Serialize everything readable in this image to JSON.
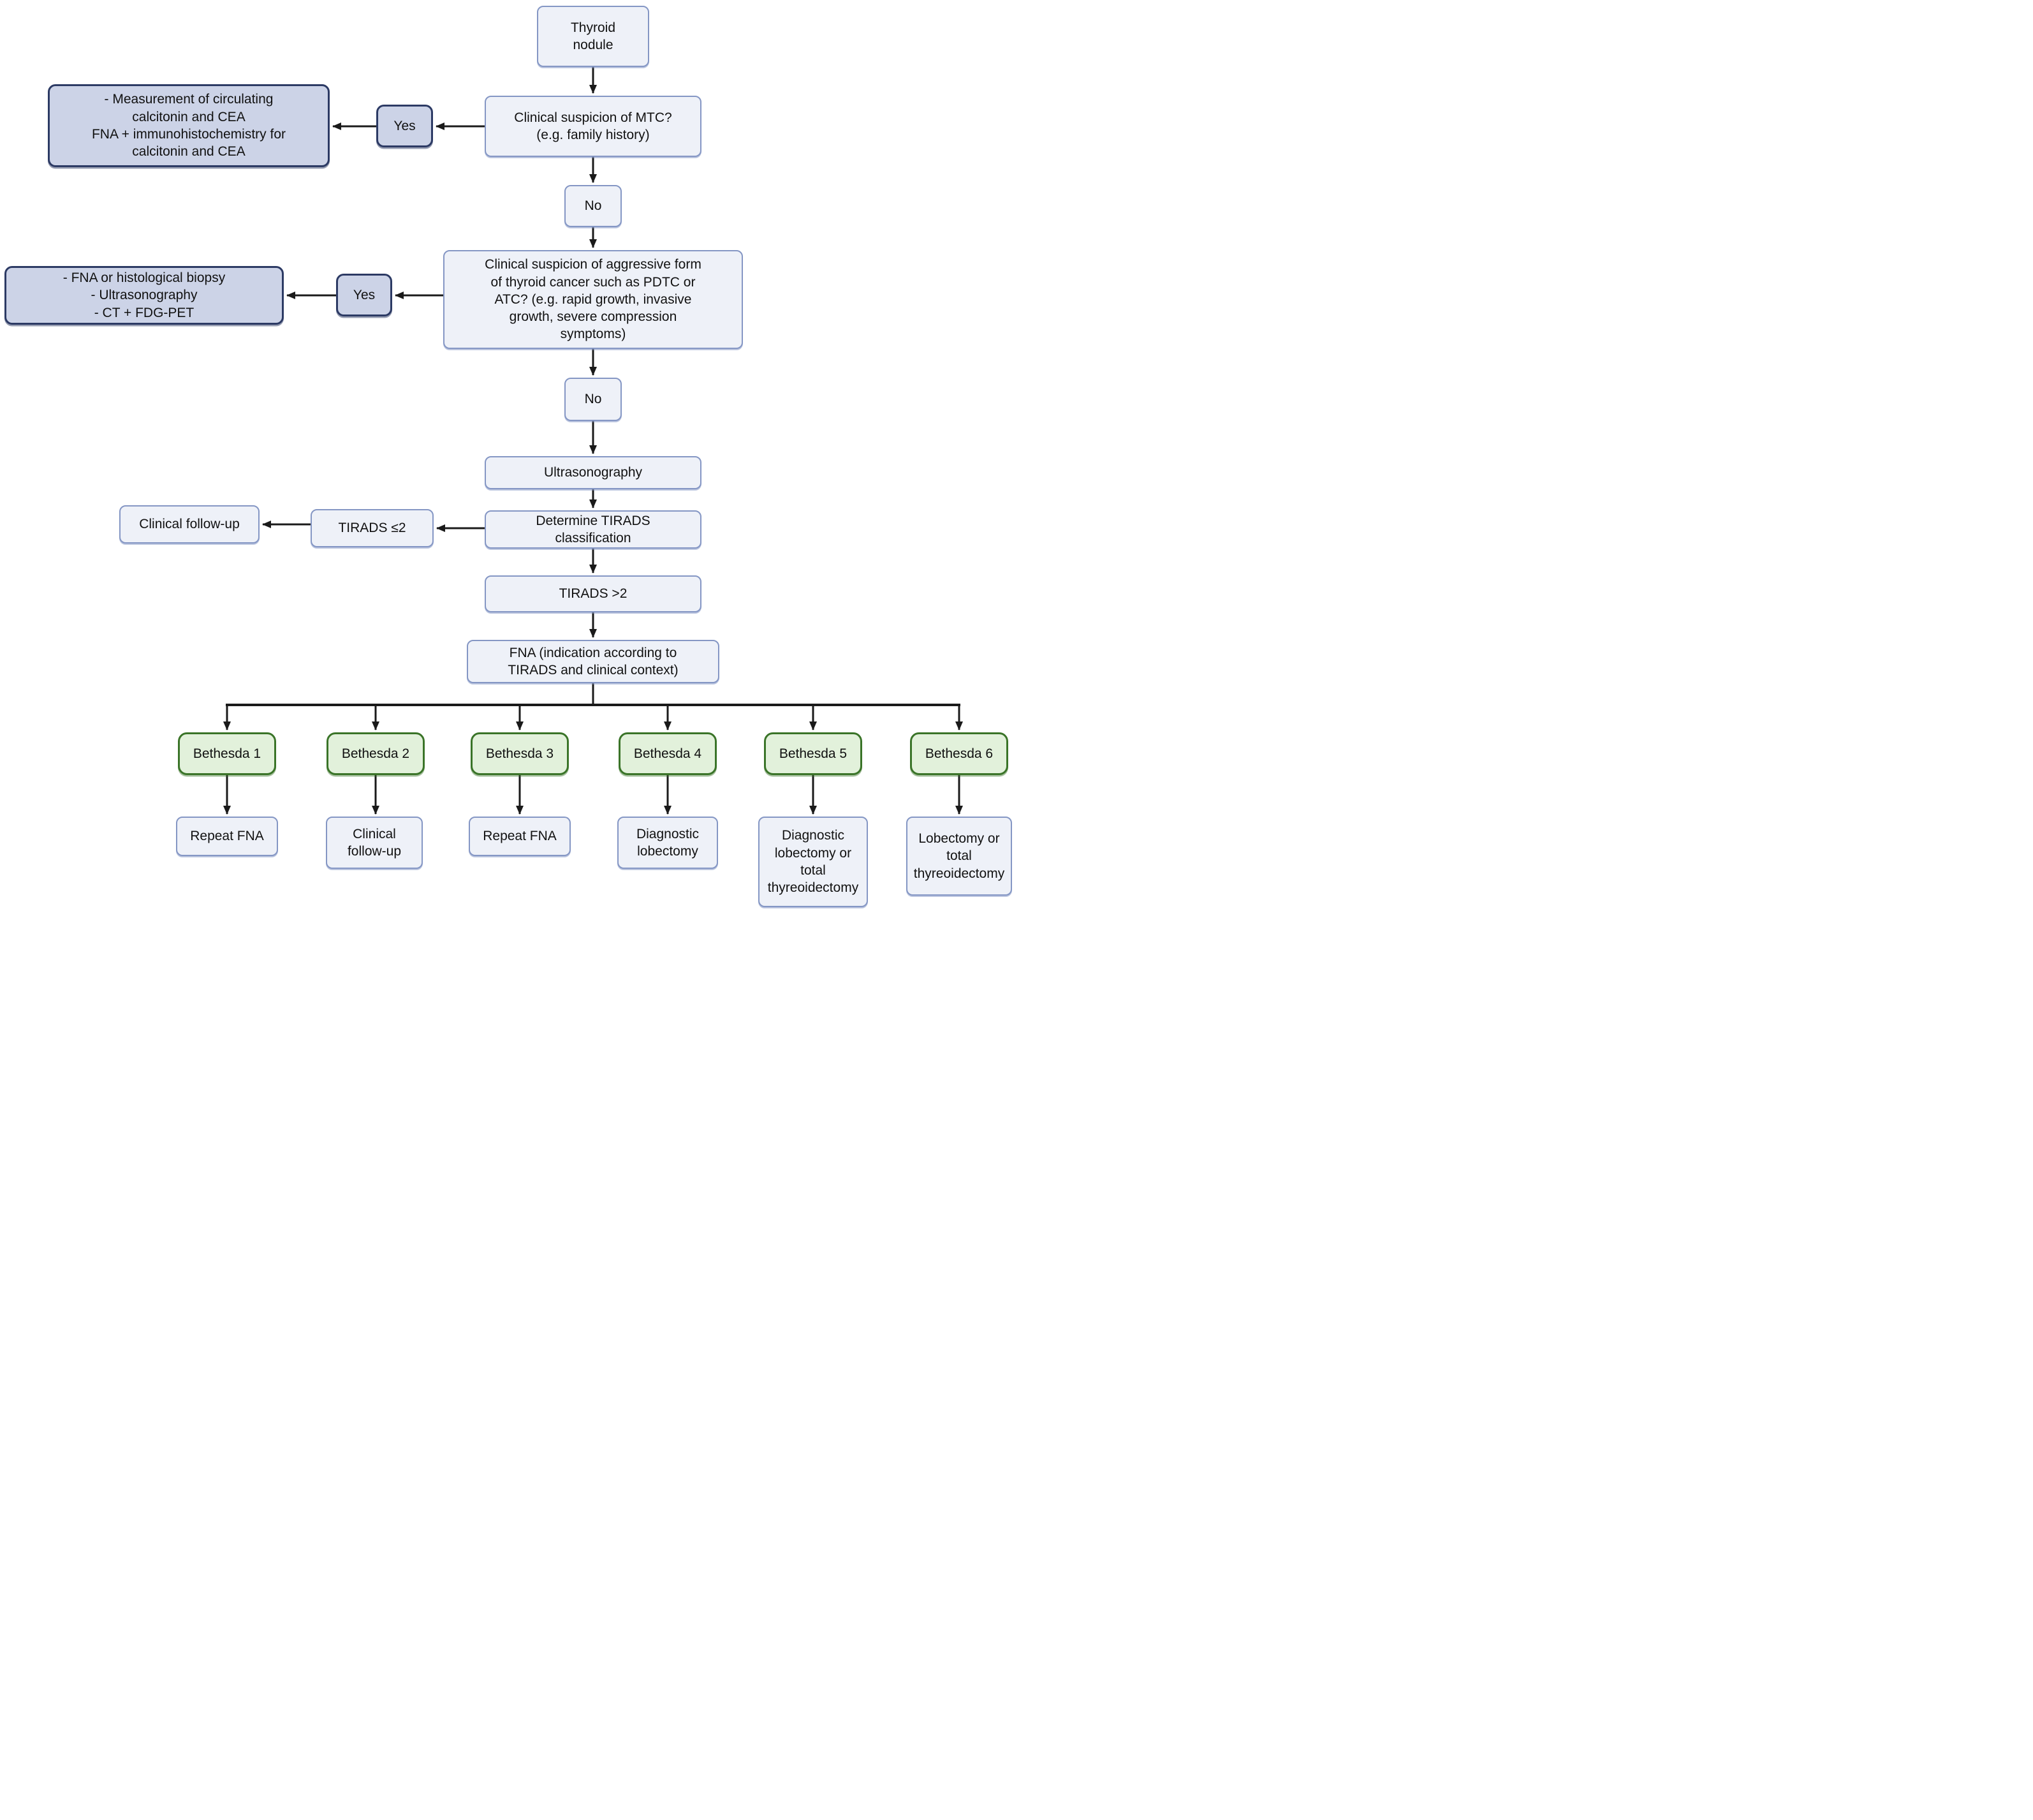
{
  "flowchart": {
    "start": "Thyroid\nnodule",
    "mtc_question": "Clinical suspicion of MTC?\n(e.g. family history)",
    "mtc_yes_label": "Yes",
    "mtc_workup": "- Measurement of circulating\ncalcitonin and CEA\nFNA + immunohistochemistry for\ncalcitonin and CEA",
    "mtc_no_label": "No",
    "aggressive_question": "Clinical suspicion of aggressive form\nof thyroid cancer such as PDTC or\nATC? (e.g. rapid growth, invasive\ngrowth, severe compression\nsymptoms)",
    "aggressive_yes_label": "Yes",
    "aggressive_workup": "- FNA or histological biopsy\n- Ultrasonography\n- CT + FDG-PET",
    "aggressive_no_label": "No",
    "ultrasonography": "Ultrasonography",
    "determine_tirads": "Determine TIRADS\nclassification",
    "tirads_low": "TIRADS ≤2",
    "tirads_low_outcome": "Clinical follow-up",
    "tirads_high": "TIRADS >2",
    "fna": "FNA (indication according to\nTIRADS and clinical context)",
    "bethesda_categories": [
      "Bethesda 1",
      "Bethesda 2",
      "Bethesda 3",
      "Bethesda 4",
      "Bethesda 5",
      "Bethesda 6"
    ],
    "bethesda_outcomes": [
      "Repeat FNA",
      "Clinical\nfollow-up",
      "Repeat FNA",
      "Diagnostic\nlobectomy",
      "Diagnostic\nlobectomy or\ntotal\nthyreoidectomy",
      "Lobectomy or\ntotal\nthyreoidectomy"
    ]
  },
  "colors": {
    "background": "#ffffff",
    "text": "#111111",
    "arrow": "#1a1a1a",
    "node_fill": "#eef1f8",
    "node_border": "#8496c4",
    "action_fill": "#ccd3e7",
    "action_border": "#2c3a64",
    "bethesda_fill": "#e2f1db",
    "bethesda_border": "#3a7428"
  }
}
